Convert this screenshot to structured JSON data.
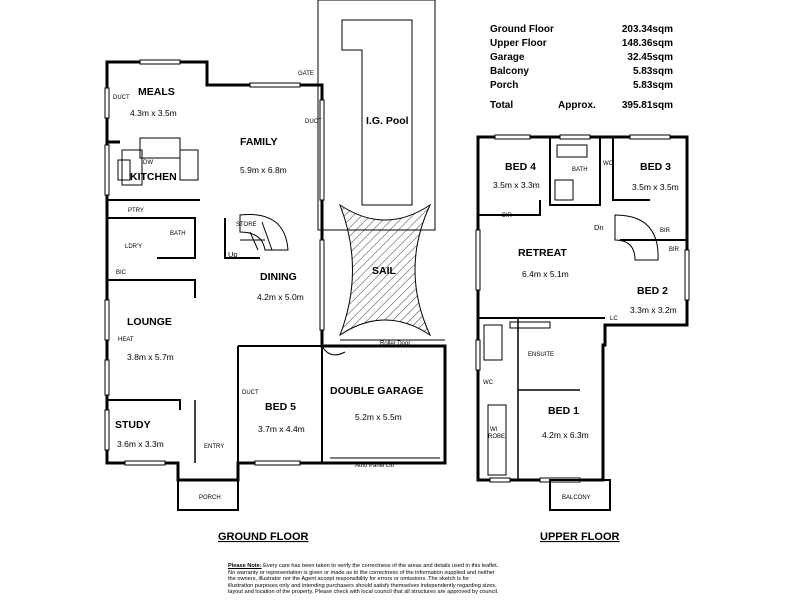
{
  "areas": {
    "rows": [
      {
        "label": "Ground Floor",
        "value": "203.34sqm"
      },
      {
        "label": "Upper Floor",
        "value": "148.36sqm"
      },
      {
        "label": "Garage",
        "value": "32.45sqm"
      },
      {
        "label": "Balcony",
        "value": "5.83sqm"
      },
      {
        "label": "Porch",
        "value": "5.83sqm"
      }
    ],
    "total_label": "Total",
    "approx_label": "Approx.",
    "total_value": "395.81sqm"
  },
  "ground_floor": {
    "title": "GROUND FLOOR",
    "meals": {
      "name": "MEALS",
      "dim": "4.3m x 3.5m"
    },
    "family": {
      "name": "FAMILY",
      "dim": "5.9m x 6.8m"
    },
    "kitchen": {
      "name": "KITCHEN"
    },
    "dining": {
      "name": "DINING",
      "dim": "4.2m x 5.0m"
    },
    "lounge": {
      "name": "LOUNGE",
      "dim": "3.8m x 5.7m"
    },
    "study": {
      "name": "STUDY",
      "dim": "3.6m x 3.3m"
    },
    "bed5": {
      "name": "BED 5",
      "dim": "3.7m x 4.4m"
    },
    "garage": {
      "name": "DOUBLE GARAGE",
      "dim": "5.2m x 5.5m"
    },
    "pool": {
      "name": "I.G. Pool"
    },
    "sail": {
      "name": "SAIL"
    },
    "labels": {
      "duct1": "DUCT",
      "duct2": "DUCT",
      "duct3": "DUCT",
      "gate": "GATE",
      "dw": "DW",
      "ptry": "PTRY",
      "bath": "BATH",
      "ldry": "LDR'Y",
      "bic": "BIC",
      "store": "STORE",
      "up": "Up",
      "heat": "HEAT",
      "entry": "ENTRY",
      "porch": "PORCH",
      "roller_door": "Roller Door",
      "auto_panel_lift": "Auto Panel Lift"
    }
  },
  "upper_floor": {
    "title": "UPPER FLOOR",
    "bed4": {
      "name": "BED 4",
      "dim": "3.5m x 3.3m"
    },
    "bed3": {
      "name": "BED 3",
      "dim": "3.5m x 3.5m"
    },
    "retreat": {
      "name": "RETREAT",
      "dim": "6.4m x 5.1m"
    },
    "bed2": {
      "name": "BED 2",
      "dim": "3.3m x 3.2m"
    },
    "bed1": {
      "name": "BED 1",
      "dim": "4.2m x 6.3m"
    },
    "labels": {
      "bath": "BATH",
      "wc1": "WC",
      "wc2": "WC",
      "bir1": "BIR",
      "bir2": "BIR",
      "bir3": "BIR",
      "dn": "Dn",
      "lc": "LC",
      "ensuite": "ENSUITE",
      "wi_robe_1": "WI",
      "wi_robe_2": "ROBE",
      "balcony": "BALCONY"
    }
  },
  "note": {
    "title": "Please Note:",
    "lines": [
      " Every care has  been  taken to verify  the correctness of the areas and  details used in  this leaflet.",
      "No warranty  or representation  is given or made as to the correctness of the information supplied  and neither",
      "the owners, illustrator nor the Agent accept  responsibility for errors or omissions. The sketch is for",
      "illustration purposes only and intending purchasers should satisfy themselves independently regarding sizes,",
      "layout and location of the property.  Please check with local council that all structures are approved by council."
    ]
  }
}
